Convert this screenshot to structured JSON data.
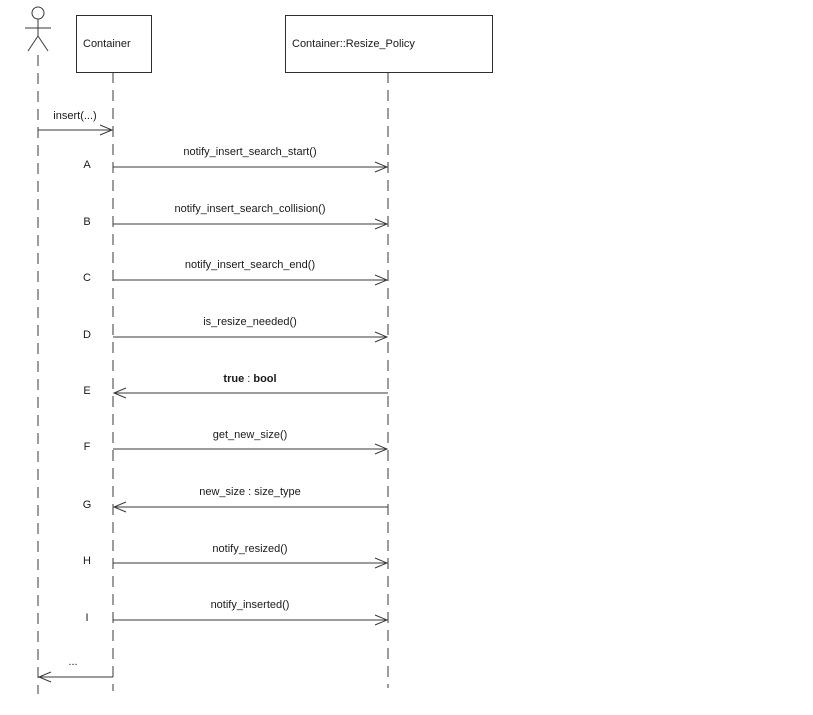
{
  "diagram": {
    "type": "uml-sequence-diagram",
    "colors": {
      "line": "#3a3a3a",
      "text": "#1a1a1a",
      "background": "#ffffff"
    },
    "participants": [
      {
        "id": "user",
        "kind": "actor",
        "label": ""
      },
      {
        "id": "container",
        "kind": "object",
        "label": "Container"
      },
      {
        "id": "resize_policy",
        "kind": "object",
        "label": "Container::Resize_Policy"
      }
    ],
    "messages": [
      {
        "label": "",
        "text": "insert(...)",
        "from": "user",
        "to": "Container",
        "direction": "call"
      },
      {
        "label": "A",
        "text": "notify_insert_search_start()",
        "from": "Container",
        "to": "Container::Resize_Policy",
        "direction": "call"
      },
      {
        "label": "B",
        "text": "notify_insert_search_collision()",
        "from": "Container",
        "to": "Container::Resize_Policy",
        "direction": "call"
      },
      {
        "label": "C",
        "text": "notify_insert_search_end()",
        "from": "Container",
        "to": "Container::Resize_Policy",
        "direction": "call"
      },
      {
        "label": "D",
        "text": "is_resize_needed()",
        "from": "Container",
        "to": "Container::Resize_Policy",
        "direction": "call"
      },
      {
        "label": "E",
        "text": "true : bool",
        "value": "true",
        "separator": " : ",
        "value_type": "bool",
        "emphasis": "bold",
        "from": "Container::Resize_Policy",
        "to": "Container",
        "direction": "return"
      },
      {
        "label": "F",
        "text": "get_new_size()",
        "from": "Container",
        "to": "Container::Resize_Policy",
        "direction": "call"
      },
      {
        "label": "G",
        "text": "new_size : size_type",
        "from": "Container::Resize_Policy",
        "to": "Container",
        "direction": "return"
      },
      {
        "label": "H",
        "text": "notify_resized()",
        "from": "Container",
        "to": "Container::Resize_Policy",
        "direction": "call"
      },
      {
        "label": "I",
        "text": "notify_inserted()",
        "from": "Container",
        "to": "Container::Resize_Policy",
        "direction": "call"
      },
      {
        "label": "",
        "text": "...",
        "from": "Container",
        "to": "user",
        "direction": "return"
      }
    ]
  }
}
